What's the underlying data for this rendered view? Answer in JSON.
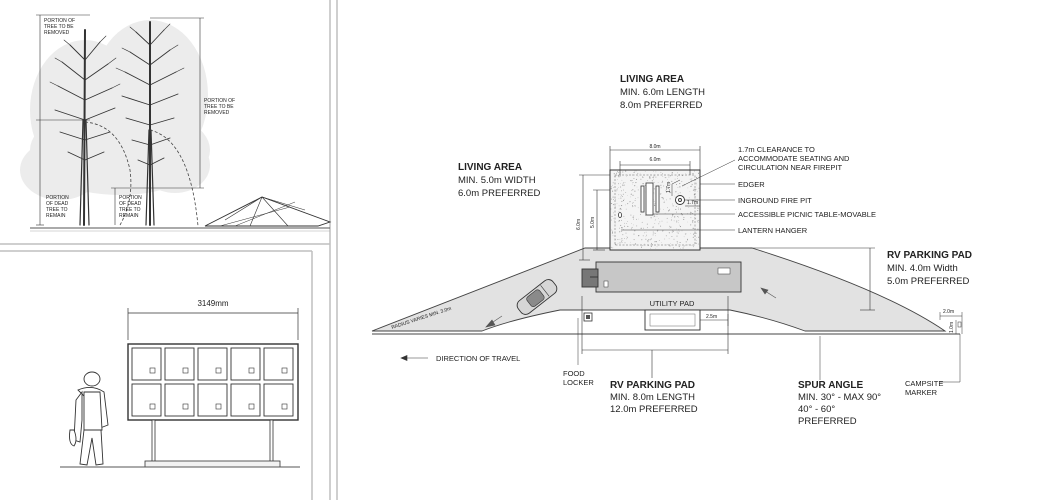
{
  "tree_panel": {
    "portion_removed_left": [
      "PORTION OF",
      "TREE TO BE",
      "REMOVED"
    ],
    "portion_removed_right": [
      "PORTION OF",
      "TREE TO BE",
      "REMOVED"
    ],
    "portion_dead_left": [
      "PORTION",
      "OF DEAD",
      "TREE TO",
      "REMAIN"
    ],
    "portion_dead_right": [
      "PORTION",
      "OF DEAD",
      "TREE TO",
      "REMAIN"
    ]
  },
  "locker_panel": {
    "width_dim": "3149mm"
  },
  "site_plan": {
    "living_area_top": {
      "heading": "LIVING AREA",
      "line1": "MIN. 6.0m LENGTH",
      "line2": "8.0m PREFERRED"
    },
    "living_area_left": {
      "heading": "LIVING AREA",
      "line1": "MIN. 5.0m WIDTH",
      "line2": "6.0m PREFERRED"
    },
    "dims": {
      "d8": "8.0m",
      "d6": "6.0m",
      "d6v": "6.0m",
      "d5v": "5.0m",
      "d17v": "1.7m",
      "d17h": "1.7m",
      "d25": "2.5m",
      "d20": "2.0m",
      "d10": "1.0m"
    },
    "callouts": {
      "clearance": [
        "1.7m CLEARANCE TO",
        "ACCOMMODATE SEATING AND",
        "CIRCULATION NEAR FIREPIT"
      ],
      "edger": "EDGER",
      "firepit": "INGROUND FIRE PIT",
      "picnic": "ACCESSIBLE PICNIC TABLE-MOVABLE",
      "lantern": "LANTERN HANGER"
    },
    "rv_pad_right": {
      "heading": "RV PARKING PAD",
      "line1": "MIN. 4.0m Width",
      "line2": "5.0m PREFERRED"
    },
    "rv_pad_bottom": {
      "heading": "RV PARKING PAD",
      "line1": "MIN. 8.0m LENGTH",
      "line2": "12.0m PREFERRED"
    },
    "spur_angle": {
      "heading": "SPUR ANGLE",
      "line1": "MIN. 30° - MAX 90°",
      "line2": "40° - 60°",
      "line3": "PREFERRED"
    },
    "utility_pad": "UTILITY PAD",
    "radius": "RADIUS VARIES MIN. 3.0m",
    "direction": "DIRECTION OF TRAVEL",
    "food_locker": [
      "FOOD",
      "LOCKER"
    ],
    "campsite_marker": [
      "CAMPSITE",
      "MARKER"
    ]
  }
}
